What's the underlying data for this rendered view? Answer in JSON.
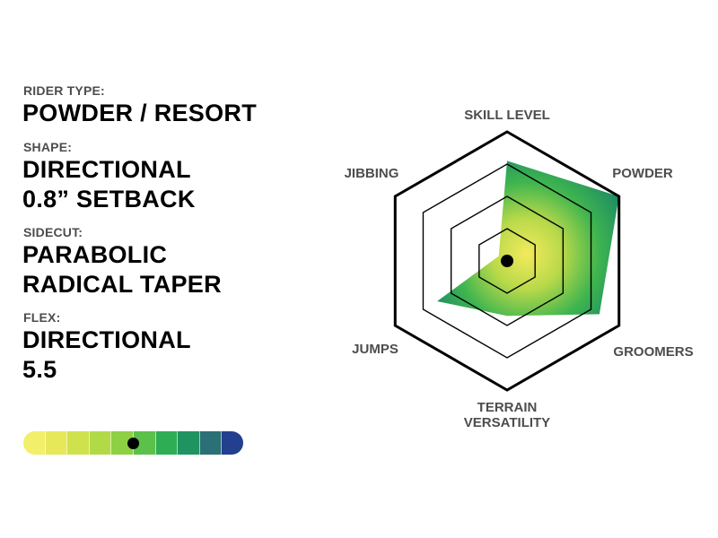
{
  "specs": {
    "rider_type": {
      "label": "RIDER TYPE:",
      "lines": [
        "POWDER / RESORT"
      ]
    },
    "shape": {
      "label": "SHAPE:",
      "lines": [
        "DIRECTIONAL",
        "0.8” SETBACK"
      ]
    },
    "sidecut": {
      "label": "SIDECUT:",
      "lines": [
        "PARABOLIC",
        "RADICAL TAPER"
      ]
    },
    "flex": {
      "label": "FLEX:",
      "lines": [
        "DIRECTIONAL",
        "5.5"
      ]
    }
  },
  "flex_scale": {
    "value": 5.5,
    "min": 1,
    "max": 10,
    "segment_colors": [
      "#f2ef6a",
      "#e6e85a",
      "#cfe24e",
      "#b2da47",
      "#8ed043",
      "#5bc14a",
      "#2fad55",
      "#1f9460",
      "#2b6f77",
      "#233f8f"
    ]
  },
  "chart_data": {
    "type": "radar",
    "axes": [
      "SKILL LEVEL",
      "POWDER",
      "GROOMERS",
      "TERRAIN VERSATILITY",
      "JUMPS",
      "JIBBING"
    ],
    "scale_max": 4,
    "grid_levels": [
      1,
      2,
      3,
      4
    ],
    "values": [
      3.1,
      4.0,
      3.3,
      1.7,
      2.5,
      0.3
    ],
    "fill_gradient": [
      "#f3ea5c",
      "#b8d94a",
      "#3fb54f",
      "#1d8a65",
      "#2b4f8f"
    ],
    "center_dot_color": "#000000"
  }
}
